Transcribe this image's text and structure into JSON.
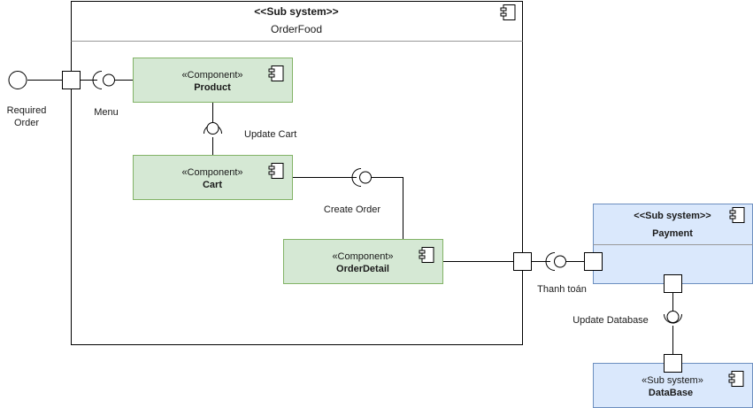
{
  "colors": {
    "component_fill": "#d5e8d4",
    "component_stroke": "#82b366",
    "subsystem_fill": "#dae8fc",
    "subsystem_stroke": "#6c8ebf",
    "line": "#000000"
  },
  "orderfood": {
    "stereotype": "<<Sub system>>",
    "name": "OrderFood",
    "icon": "component-icon"
  },
  "components": {
    "product": {
      "stereotype": "«Component»",
      "name": "Product",
      "icon": "component-icon"
    },
    "cart": {
      "stereotype": "«Component»",
      "name": "Cart",
      "icon": "component-icon"
    },
    "orderdetail": {
      "stereotype": "«Component»",
      "name": "OrderDetail",
      "icon": "component-icon"
    }
  },
  "payment": {
    "stereotype": "<<Sub system>>",
    "name": "Payment",
    "icon": "component-icon"
  },
  "database": {
    "stereotype": "«Sub system»",
    "name": "DataBase",
    "icon": "component-icon"
  },
  "interfaces": {
    "required_order_line1": "Required",
    "required_order_line2": "Order",
    "menu": "Menu",
    "update_cart": "Update Cart",
    "create_order": "Create Order",
    "thanh_toan": "Thanh toán",
    "update_database": "Update Database"
  }
}
